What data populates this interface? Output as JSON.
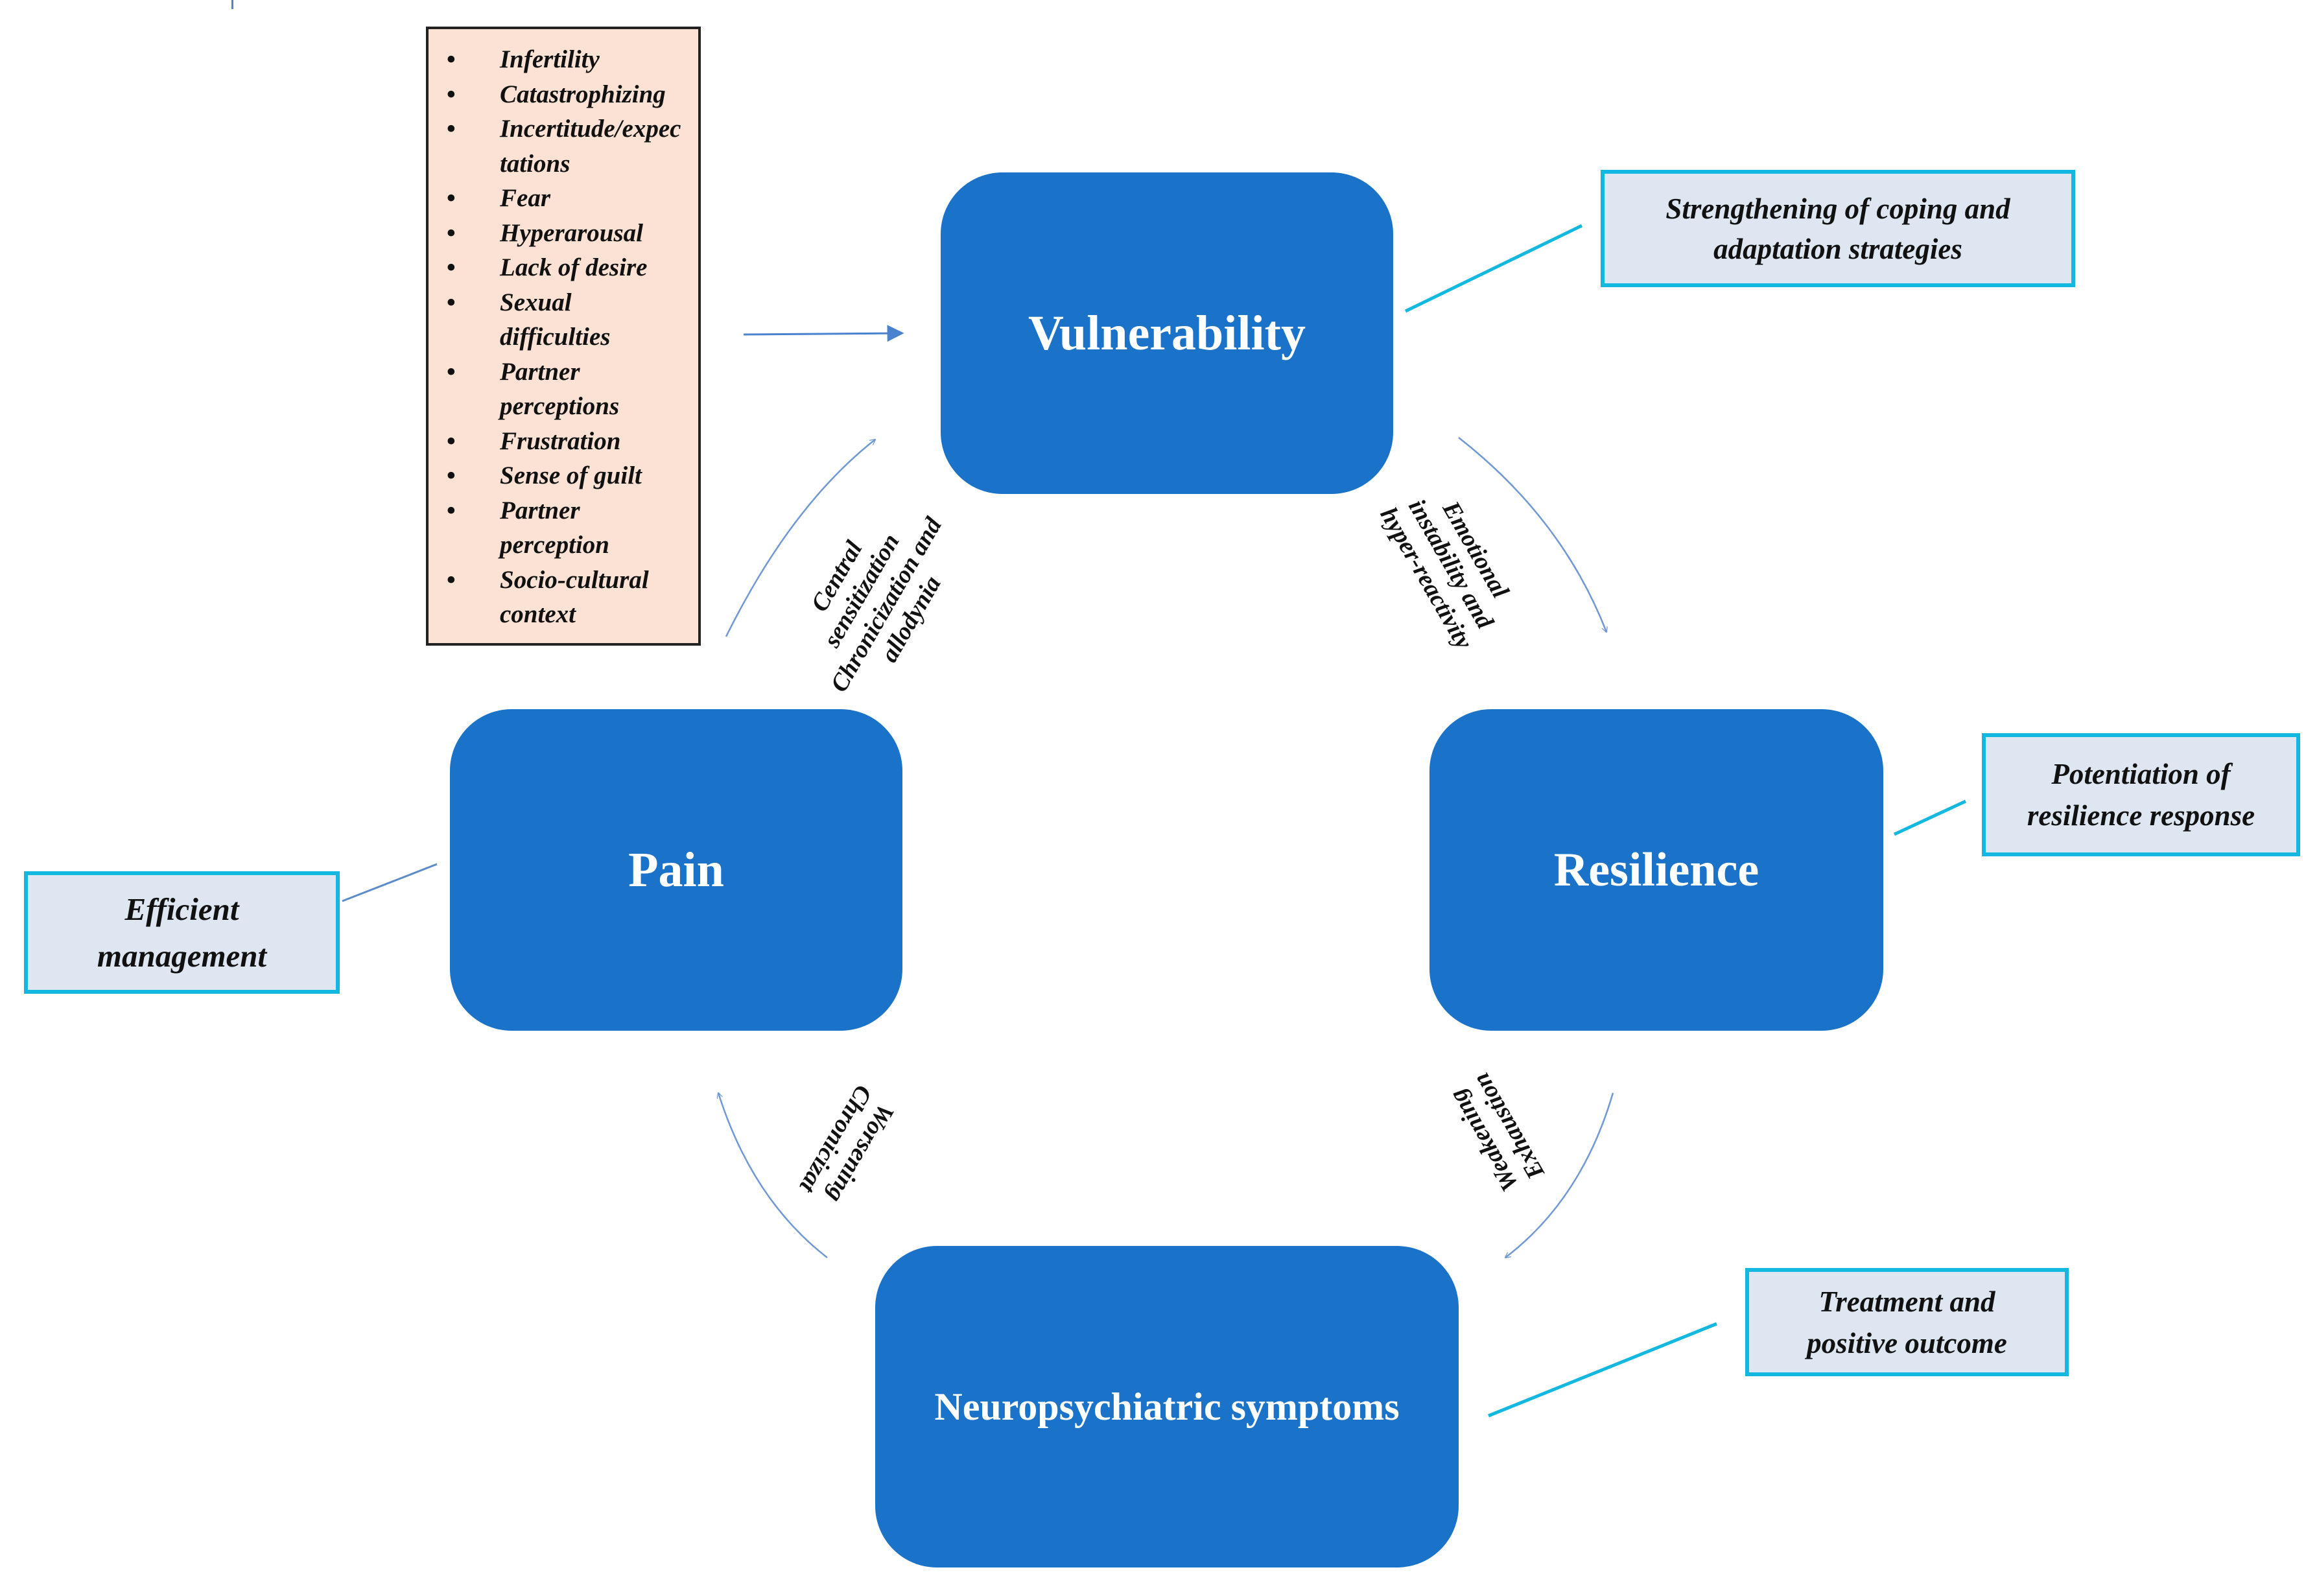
{
  "nodes": {
    "vulnerability": "Vulnerability",
    "resilience": "Resilience",
    "pain": "Pain",
    "neuro": "Neuropsychiatric symptoms"
  },
  "factors": [
    "Infertility",
    "Catastrophizing",
    "Incertitude/expec tations",
    "Fear",
    "Hyperarousal",
    "Lack of desire",
    "Sexual difficulties",
    "Partner perceptions",
    "Frustration",
    "Sense of guilt",
    "Partner perception",
    "Socio-cultural context"
  ],
  "outcomes": {
    "coping": "Strengthening of coping and adaptation strategies",
    "resilience": "Potentiation of resilience response",
    "management": "Efficient management",
    "treatment": "Treatment and positive outcome"
  },
  "edge_labels": {
    "vuln_to_res": "Emotional instability and hyper-reactivity",
    "res_to_neuro": "Weakening Exhaustion",
    "neuro_to_pain": "Worsening Chronicizat",
    "pain_to_vuln": "Central sensitization Chronicization and allodynia"
  },
  "colors": {
    "node_fill": "#1a73c9",
    "outcome_fill": "#dde6f1",
    "outcome_border": "#12b8e0",
    "factors_fill": "#fbe2d5",
    "arrow": "#6f98d4"
  }
}
